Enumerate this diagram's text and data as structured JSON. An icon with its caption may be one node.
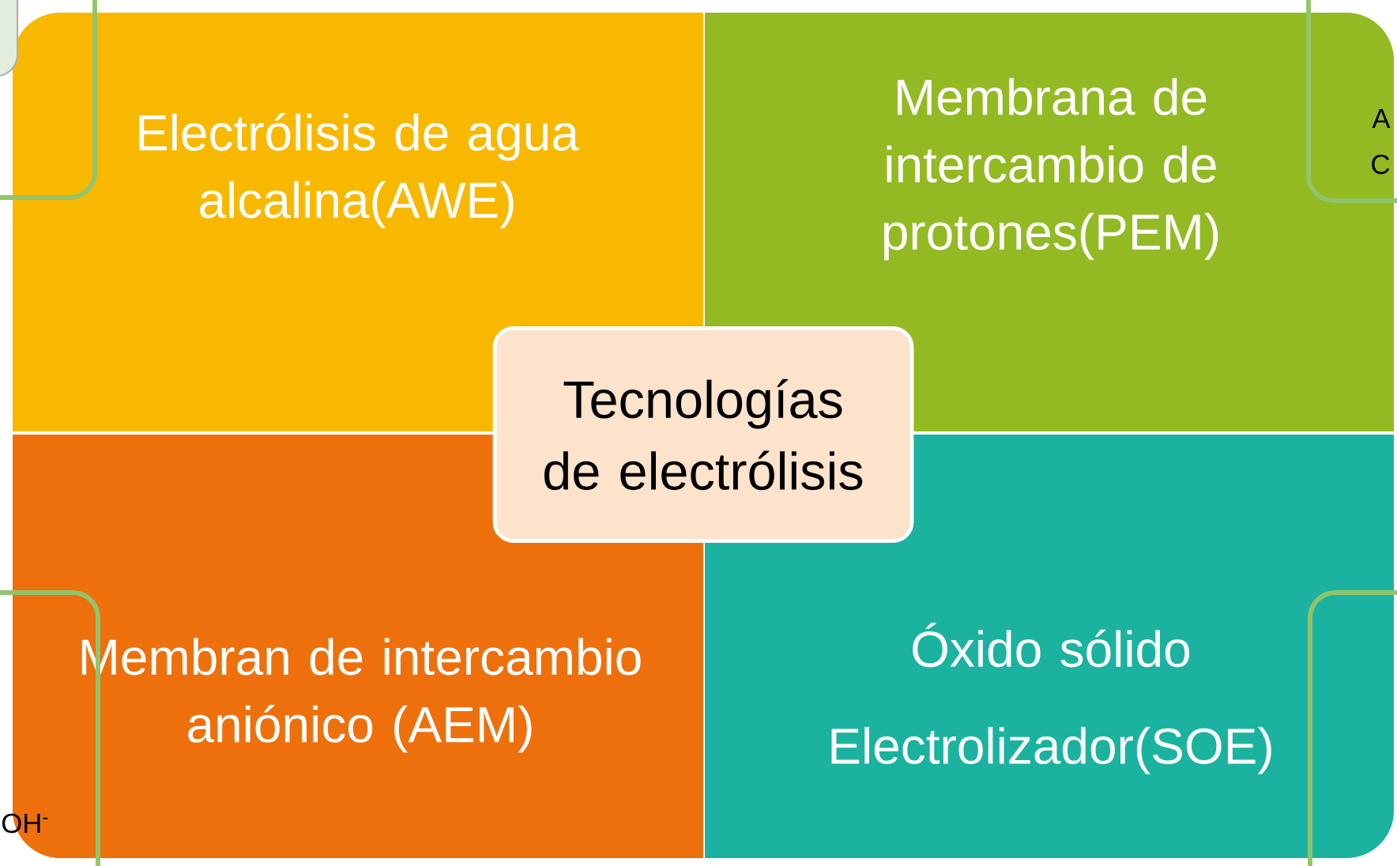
{
  "diagram": {
    "nodes": [
      {
        "text": [
          "Electrólisis de agua alcalina(AWE)"
        ]
      },
      {
        "text": [
          "Membrana de intercambio de protones(PEM)"
        ]
      },
      {
        "text": [
          "Tecnologías de electrólisis"
        ]
      },
      {
        "text": [
          "Membran de intercambio aniónico (AEM)"
        ]
      },
      {
        "text": [
          "Óxido sólido Electrolizador(SOE)"
        ]
      }
    ],
    "labels": [
      "A",
      "C",
      "OH$^{-}$"
    ]
  }
}
